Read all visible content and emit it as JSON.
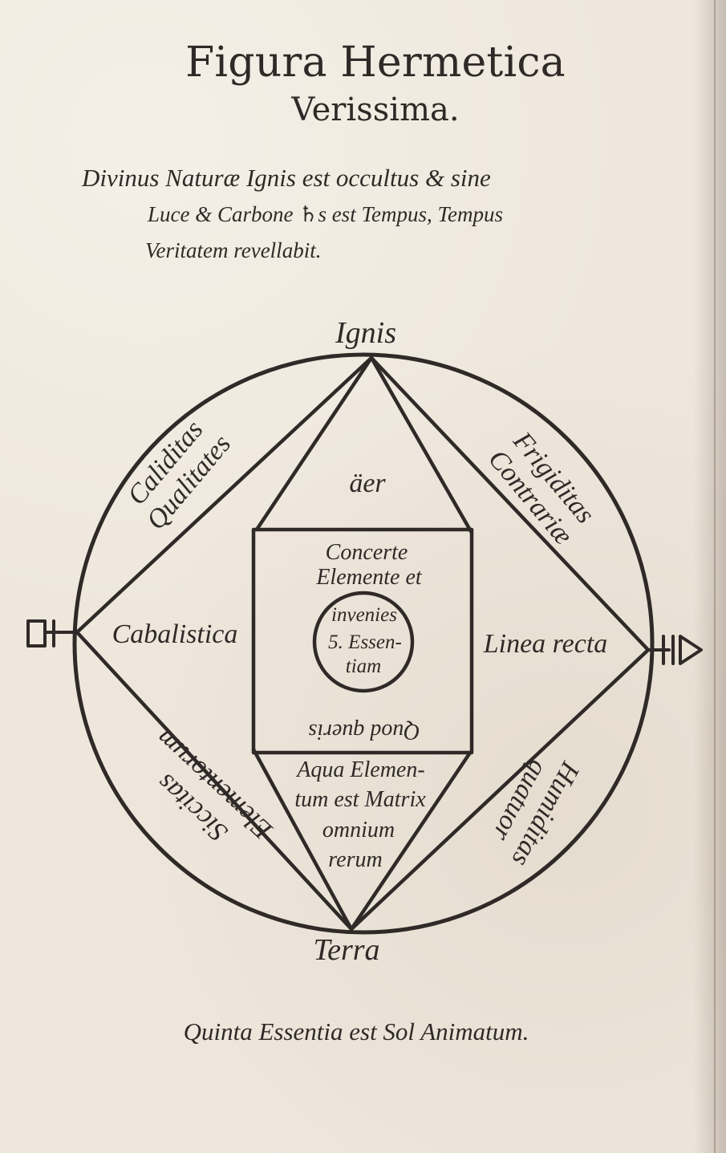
{
  "header": {
    "title": "Figura Hermetica",
    "subtitle": "Verissima."
  },
  "motto": {
    "line1": "Divinus Naturæ Ignis est occultus & sine",
    "line2": "Luce & Carbone ♄s est Tempus, Tempus",
    "line3": "Veritatem revellabit."
  },
  "diagram": {
    "top_label": "Ignis",
    "bottom_label": "Terra",
    "upper_left_line1": "Caliditas",
    "upper_left_line2": "Qualitates",
    "upper_right_line1": "Frigiditas",
    "upper_right_line2": "Contrariæ",
    "lower_left_line1": "Siccitas",
    "lower_left_line2": "Elementorum",
    "lower_right_line1": "Humiditas",
    "lower_right_line2": "quatuor",
    "left_label": "Cabalistica",
    "right_label": "Linea recta",
    "top_triangle": "äer",
    "center_top_line1": "Concerte",
    "center_top_line2": "Elemente et",
    "inner_circle_line1": "invenies",
    "inner_circle_line2": "5. Essen-",
    "inner_circle_line3": "tiam",
    "center_bottom": "Quod queris",
    "bottom_triangle_line1": "Aqua Elemen-",
    "bottom_triangle_line2": "tum est Matrix",
    "bottom_triangle_line3": "omnium",
    "bottom_triangle_line4": "rerum"
  },
  "footer": {
    "text": "Quinta Essentia est Sol Animatum."
  },
  "colors": {
    "paper": "#efe7dc",
    "ink": "#2f2a27"
  }
}
